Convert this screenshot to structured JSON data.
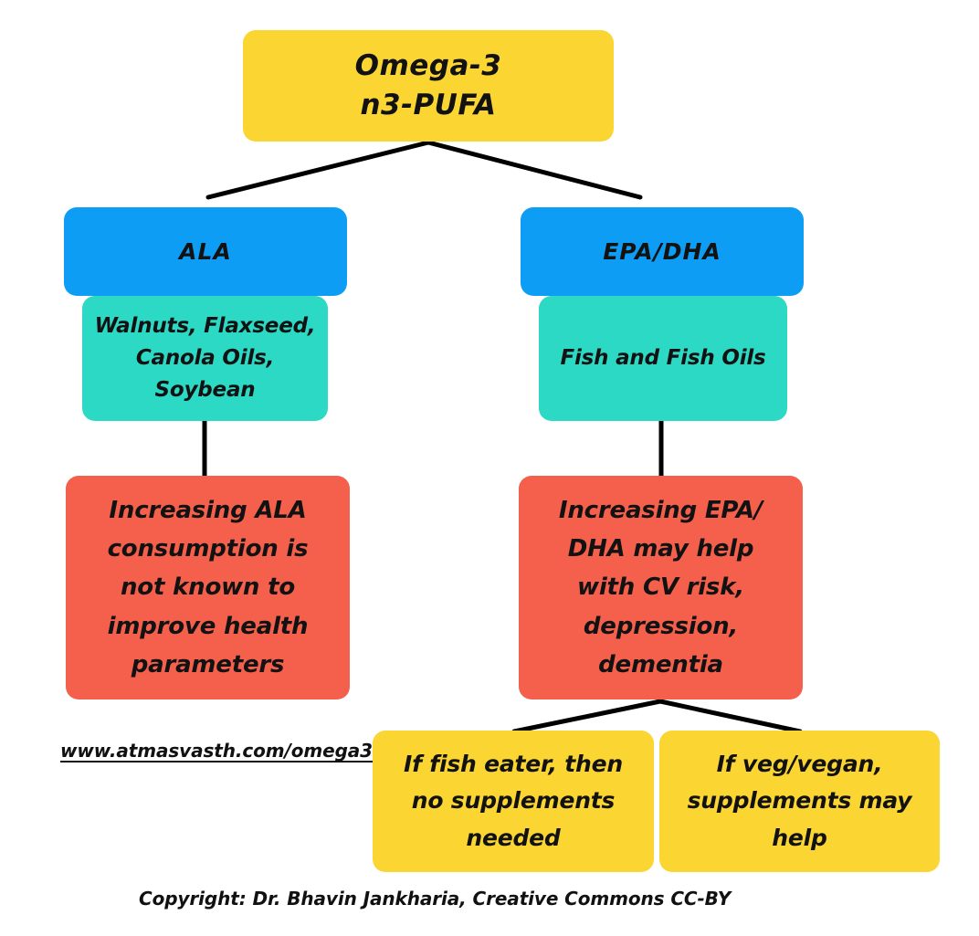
{
  "diagram": {
    "title": "Omega-3 n3-PUFA decision flowchart",
    "colors": {
      "yellow": "#FBD532",
      "blue": "#0D9DF5",
      "teal": "#2BD9C4",
      "coral": "#F4604B",
      "line": "#000000",
      "text": "#121212",
      "background": "#FFFFFF"
    },
    "nodes": {
      "root": {
        "line1": "Omega-3",
        "line2": "n3-PUFA",
        "color": "yellow"
      },
      "ala": {
        "label": "ALA",
        "color": "blue"
      },
      "epa_dha": {
        "label": "EPA/DHA",
        "color": "blue"
      },
      "ala_sources": {
        "line1": "Walnuts, Flaxseed,",
        "line2": "Canola Oils,",
        "line3": "Soybean",
        "color": "teal"
      },
      "epa_dha_sources": {
        "line1": "Fish and Fish Oils",
        "color": "teal"
      },
      "ala_effect": {
        "line1": "Increasing ALA",
        "line2": "consumption is",
        "line3": "not known to",
        "line4": "improve health",
        "line5": "parameters",
        "color": "coral"
      },
      "epa_dha_effect": {
        "line1": "Increasing EPA/",
        "line2": "DHA may help",
        "line3": "with CV risk,",
        "line4": "depression,",
        "line5": "dementia",
        "color": "coral"
      },
      "fish_eater": {
        "line1": "If fish eater, then",
        "line2": "no supplements",
        "line3": "needed",
        "color": "yellow"
      },
      "veg_vegan": {
        "line1": "If veg/vegan,",
        "line2": "supplements may",
        "line3": "help",
        "color": "yellow"
      }
    },
    "footer": {
      "url": "www.atmasvasth.com/omega3",
      "copyright": "Copyright: Dr. Bhavin Jankharia, Creative Commons CC-BY"
    }
  }
}
